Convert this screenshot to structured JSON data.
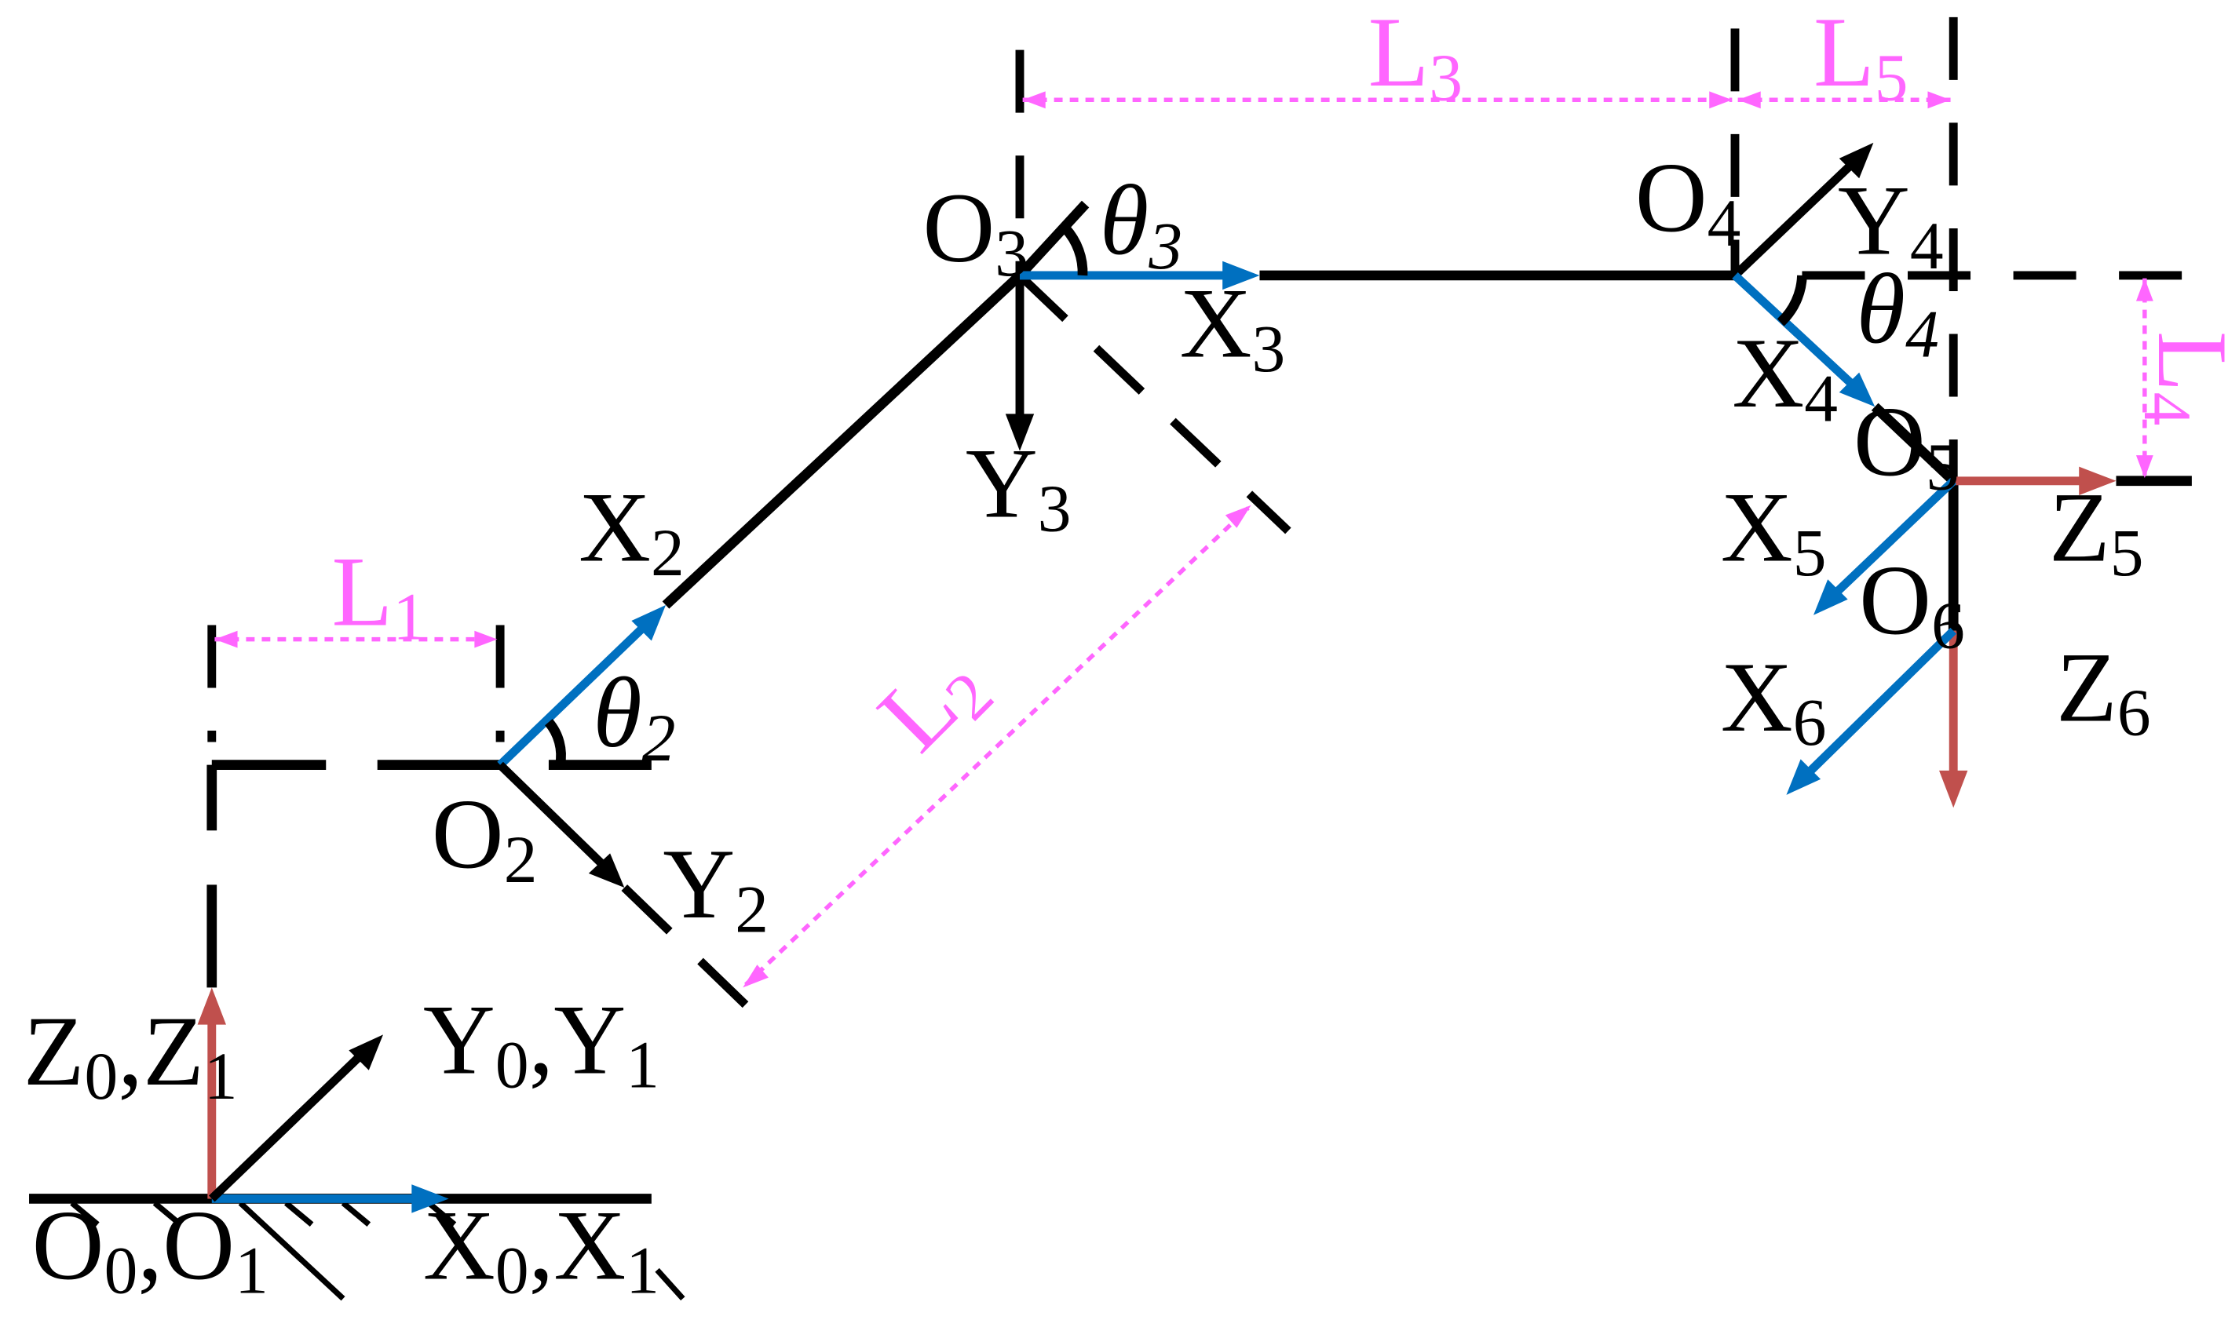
{
  "colors": {
    "link": "#000000",
    "x_axis": "#0070c0",
    "z_axis": "#c0504d",
    "dimension": "#ff66ff"
  },
  "frames": {
    "base": {
      "origin": "O",
      "origin_sub": "0",
      "origin2": "O",
      "origin2_sub": "1",
      "x": "X",
      "x_sub": "0",
      "x2": "X",
      "x2_sub": "1",
      "y": "Y",
      "y_sub": "0",
      "y2": "Y",
      "y2_sub": "1",
      "z": "Z",
      "z_sub": "0",
      "z2": "Z",
      "z2_sub": "1"
    },
    "f2": {
      "origin": "O",
      "sub": "2",
      "x": "X",
      "y": "Y",
      "angle": "θ"
    },
    "f3": {
      "origin": "O",
      "sub": "3",
      "x": "X",
      "y": "Y",
      "angle": "θ"
    },
    "f4": {
      "origin": "O",
      "sub": "4",
      "x": "X",
      "y": "Y",
      "angle": "θ"
    },
    "f5": {
      "origin": "O",
      "sub": "5",
      "x": "X",
      "z": "Z"
    },
    "f6": {
      "origin": "O",
      "sub": "6",
      "x": "X",
      "z": "Z"
    }
  },
  "dimensions": {
    "L1": {
      "letter": "L",
      "sub": "1"
    },
    "L2": {
      "letter": "L",
      "sub": "2"
    },
    "L3": {
      "letter": "L",
      "sub": "3"
    },
    "L4": {
      "letter": "L",
      "sub": "4"
    },
    "L5": {
      "letter": "L",
      "sub": "5"
    }
  },
  "separator": ","
}
